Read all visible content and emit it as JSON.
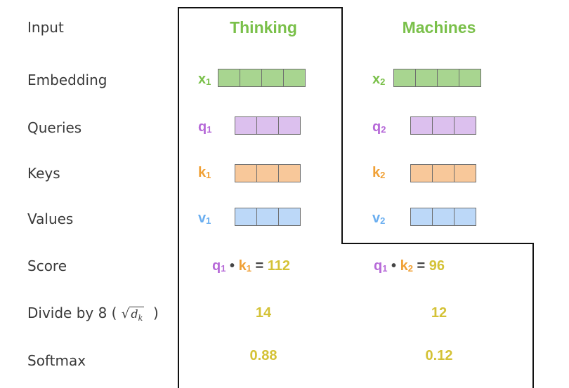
{
  "rows": {
    "input": "Input",
    "embedding": "Embedding",
    "queries": "Queries",
    "keys": "Keys",
    "values": "Values",
    "score": "Score",
    "divide_prefix": "Divide by 8 (",
    "divide_sqrt_base": "d",
    "divide_sqrt_sub": "k",
    "divide_suffix": ")",
    "softmax": "Softmax"
  },
  "words": {
    "thinking": "Thinking",
    "machines": "Machines"
  },
  "symbols": {
    "x": "x",
    "q": "q",
    "k": "k",
    "v": "v",
    "index_1": "1",
    "index_2": "2",
    "dot": "•",
    "equals": "="
  },
  "vectors": {
    "embedding_cells": 4,
    "qkv_cells": 3
  },
  "colors": {
    "embedding": "#a8d590",
    "query": "#dcc0ee",
    "key": "#f8c89a",
    "value": "#bcd8f8",
    "word": "#7ac04a",
    "number": "#d4c236"
  },
  "scores": {
    "thinking": "112",
    "machines": "96"
  },
  "divided": {
    "thinking": "14",
    "machines": "12"
  },
  "softmax": {
    "thinking": "0.88",
    "machines": "0.12"
  }
}
